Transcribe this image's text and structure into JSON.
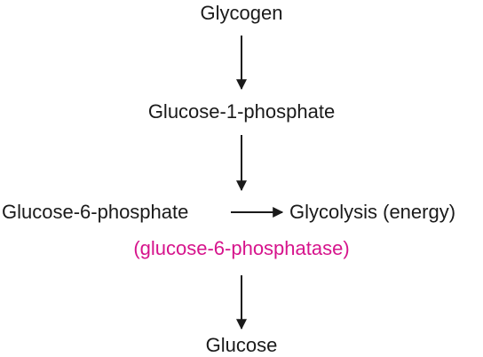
{
  "nodes": {
    "glycogen": "Glycogen",
    "glucose_1_phosphate": "Glucose-1-phosphate",
    "glucose_6_phosphate": "Glucose-6-phosphate",
    "glycolysis": "Glycolysis (energy)",
    "enzyme": "(glucose-6-phosphatase)",
    "glucose": "Glucose"
  },
  "colors": {
    "text": "#1a1a1a",
    "enzyme": "#d6148c",
    "arrow": "#1a1a1a"
  }
}
